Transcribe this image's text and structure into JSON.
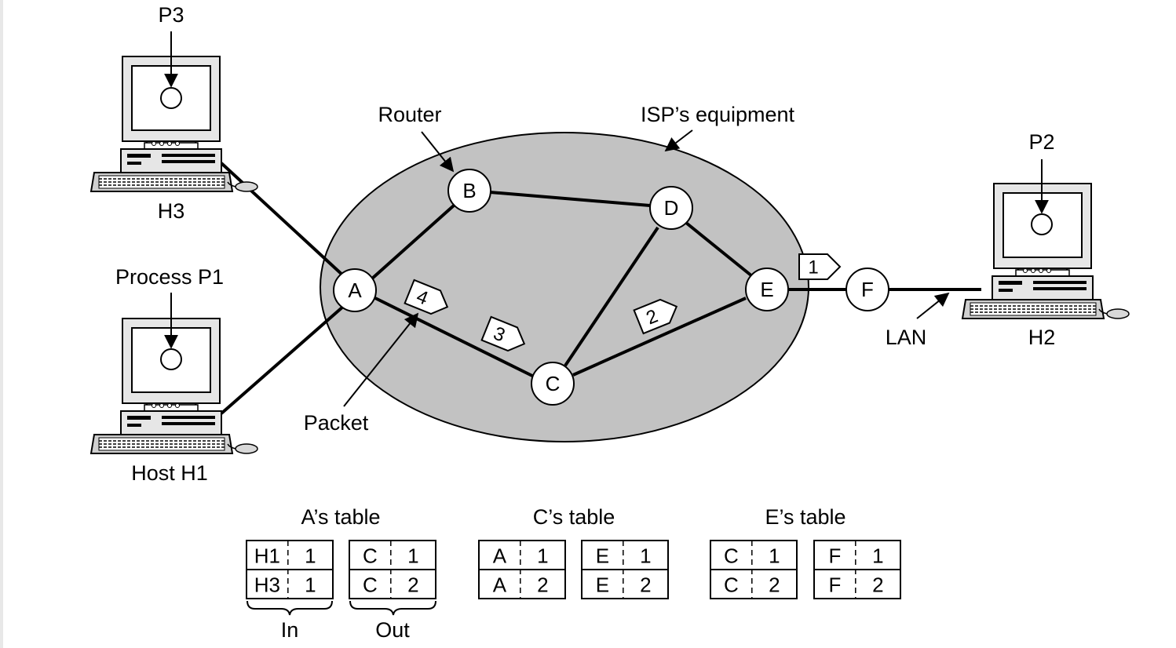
{
  "labels": {
    "p3": "P3",
    "p2": "P2",
    "h3": "H3",
    "h2": "H2",
    "host_h1": "Host H1",
    "process_p1": "Process P1",
    "router": "Router",
    "isp": "ISP’s equipment",
    "packet": "Packet",
    "lan": "LAN"
  },
  "nodes": {
    "a": "A",
    "b": "B",
    "c": "C",
    "d": "D",
    "e": "E",
    "f": "F"
  },
  "packets": {
    "p1": "1",
    "p2": "2",
    "p3": "3",
    "p4": "4"
  },
  "tables": {
    "a": {
      "title": "A’s table",
      "in": [
        [
          "H1",
          "1"
        ],
        [
          "H3",
          "1"
        ]
      ],
      "out": [
        [
          "C",
          "1"
        ],
        [
          "C",
          "2"
        ]
      ],
      "in_label": "In",
      "out_label": "Out"
    },
    "c": {
      "title": "C’s table",
      "in": [
        [
          "A",
          "1"
        ],
        [
          "A",
          "2"
        ]
      ],
      "out": [
        [
          "E",
          "1"
        ],
        [
          "E",
          "2"
        ]
      ]
    },
    "e": {
      "title": "E’s table",
      "in": [
        [
          "C",
          "1"
        ],
        [
          "C",
          "2"
        ]
      ],
      "out": [
        [
          "F",
          "1"
        ],
        [
          "F",
          "2"
        ]
      ]
    }
  },
  "colors": {
    "isp_fill": "#c2c2c2",
    "line": "#000000",
    "node_fill": "#ffffff"
  }
}
